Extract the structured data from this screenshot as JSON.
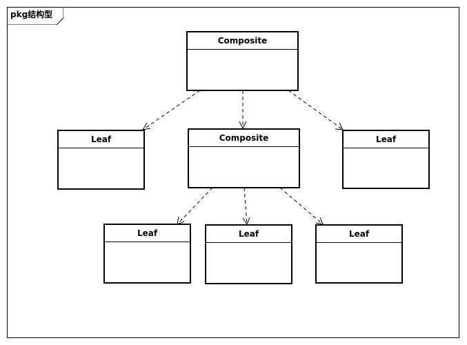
{
  "frame": {
    "title": "pkg结构型"
  },
  "nodes": {
    "root": {
      "label": "Composite"
    },
    "leaf_left": {
      "label": "Leaf"
    },
    "composite_mid": {
      "label": "Composite"
    },
    "leaf_right": {
      "label": "Leaf"
    },
    "leaf_bottom_1": {
      "label": "Leaf"
    },
    "leaf_bottom_2": {
      "label": "Leaf"
    },
    "leaf_bottom_3": {
      "label": "Leaf"
    }
  },
  "edges": [
    {
      "from": "root",
      "to": "leaf_left"
    },
    {
      "from": "root",
      "to": "composite_mid"
    },
    {
      "from": "root",
      "to": "leaf_right"
    },
    {
      "from": "composite_mid",
      "to": "leaf_bottom_1"
    },
    {
      "from": "composite_mid",
      "to": "leaf_bottom_2"
    },
    {
      "from": "composite_mid",
      "to": "leaf_bottom_3"
    }
  ]
}
